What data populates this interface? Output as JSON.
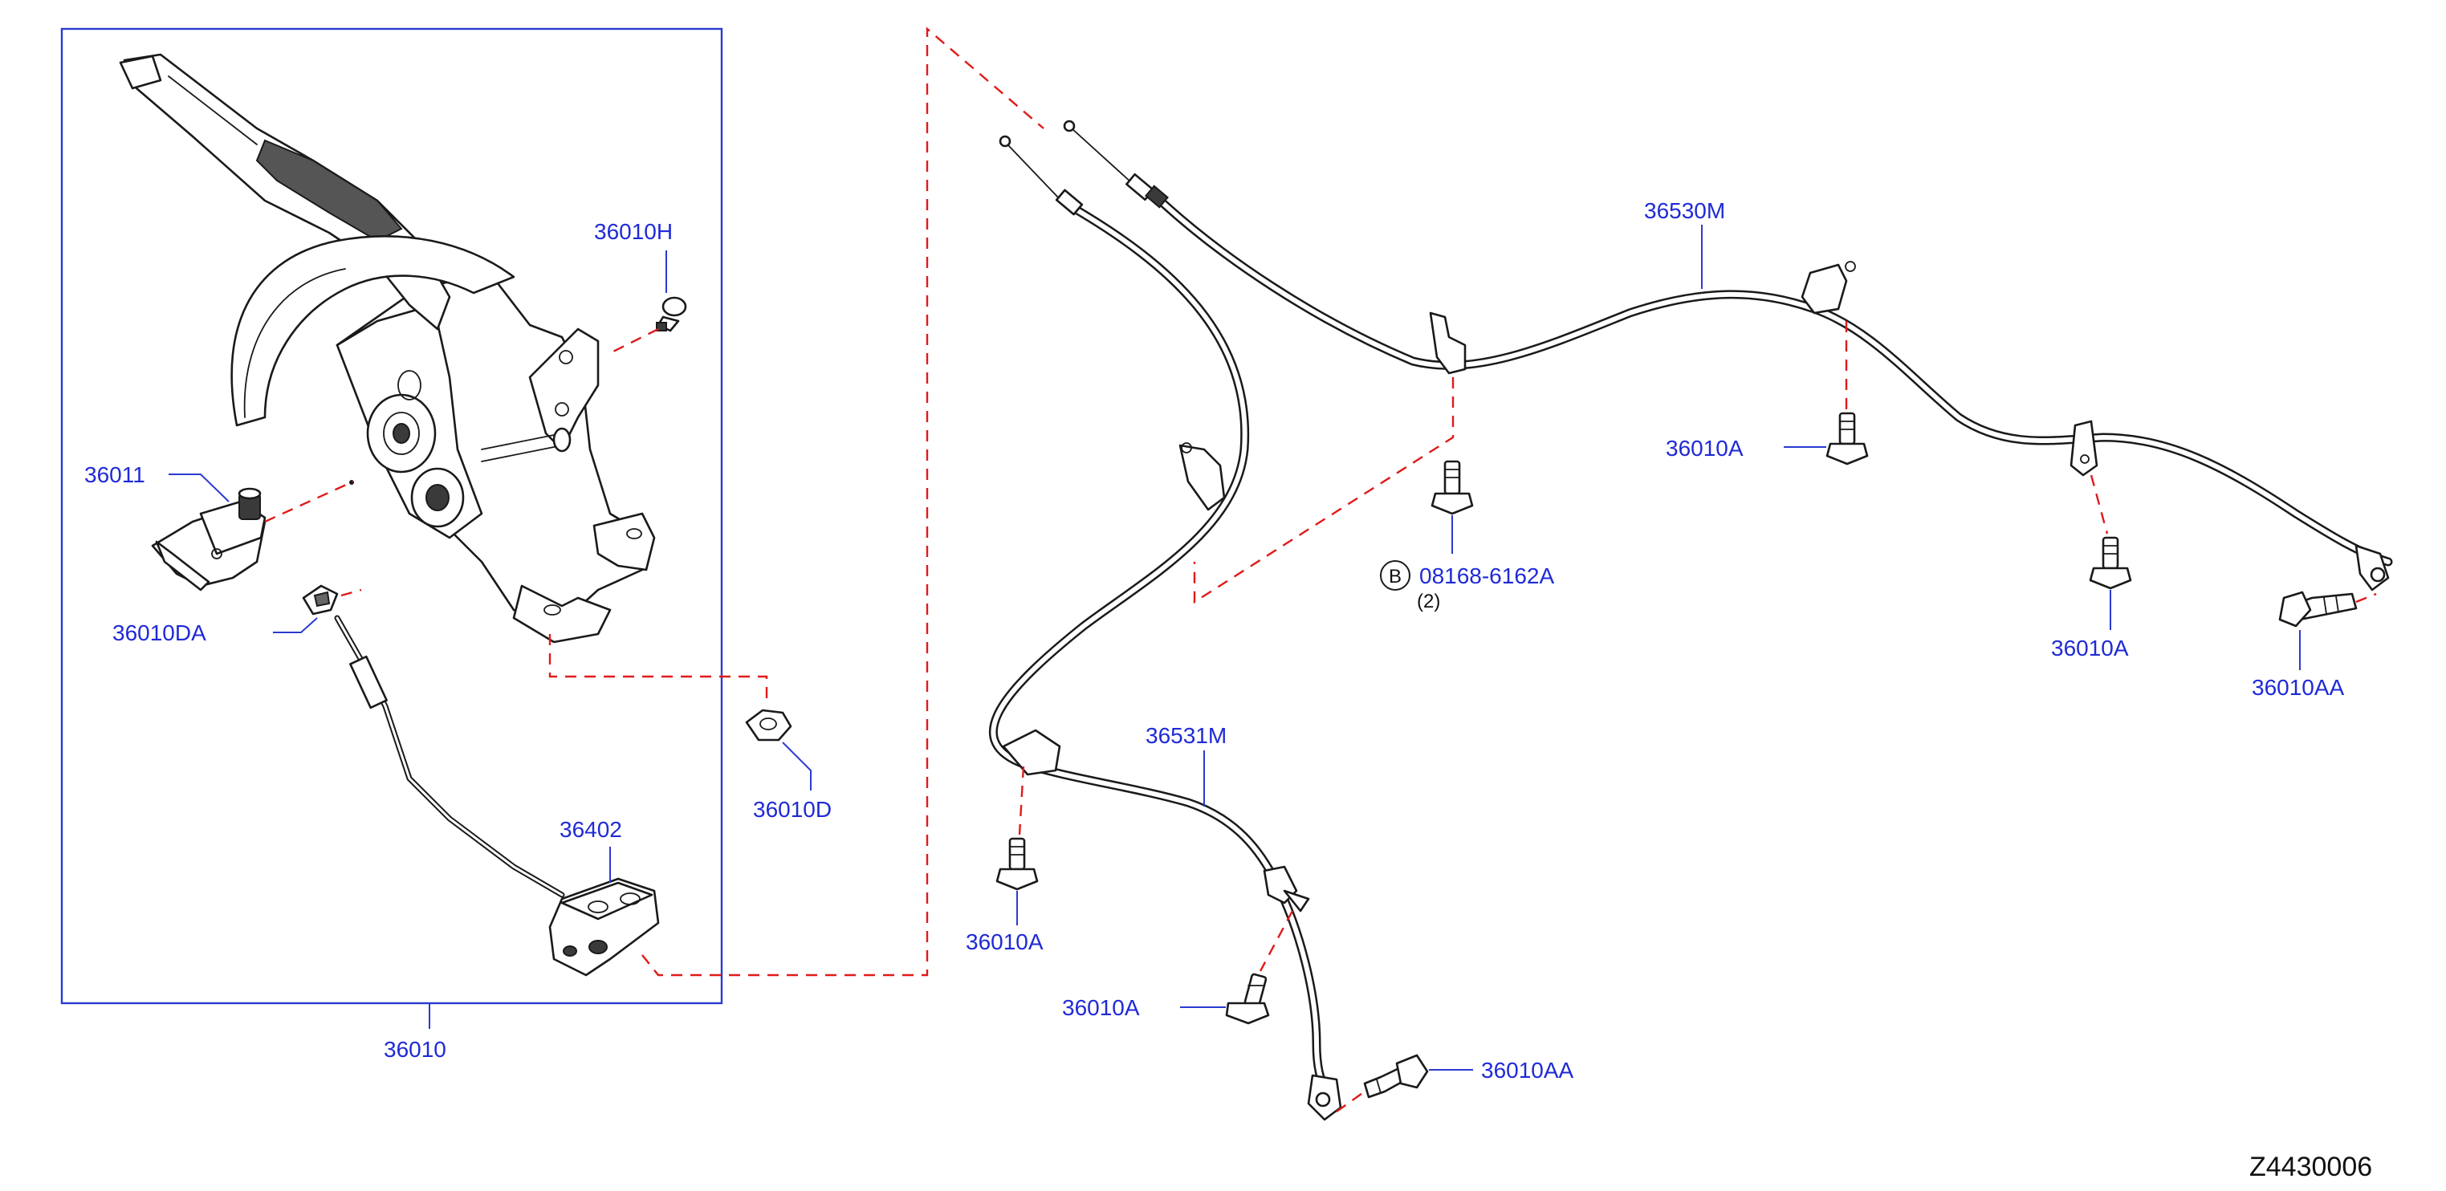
{
  "diagram_id": "Z4430006",
  "parts": {
    "p36010": "36010",
    "p36010H": "36010H",
    "p36011": "36011",
    "p36010DA": "36010DA",
    "p36010D": "36010D",
    "p36402": "36402",
    "p36530M": "36530M",
    "p36531M": "36531M",
    "p36010A_1": "36010A",
    "p36010A_2": "36010A",
    "p36010A_3": "36010A",
    "p36010A_4": "36010A",
    "p36010AA_1": "36010AA",
    "p36010AA_2": "36010AA",
    "bolt_b_symbol": "B",
    "bolt_b_part": "08168-6162A",
    "bolt_b_qty": "(2)"
  },
  "colors": {
    "label": "#1f2ad6",
    "leader": "#2a3bd0",
    "dash": "#e01a1a",
    "line": "#1a1a1a"
  }
}
